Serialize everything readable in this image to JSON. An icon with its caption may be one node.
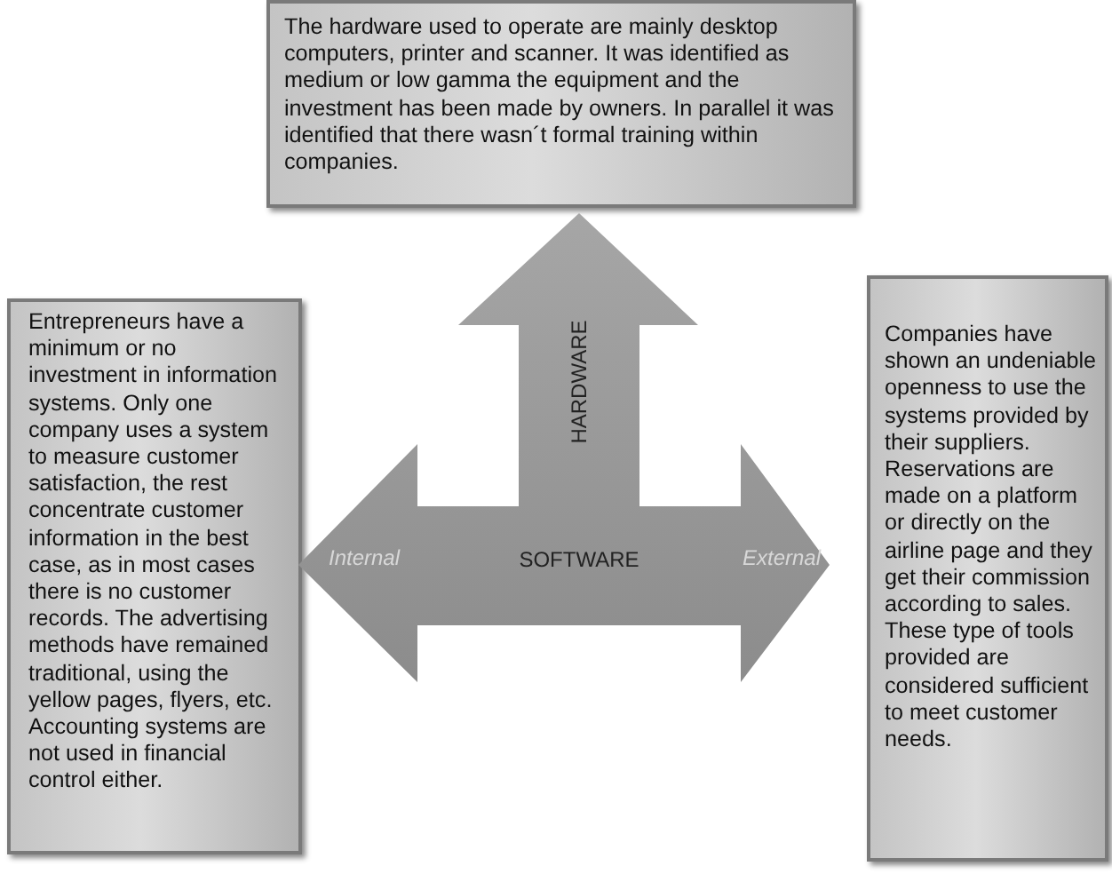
{
  "diagram": {
    "nodes": [
      {
        "text": [
          "The hardware used to operate are mainly desktop computers, printer and scanner. It was identified as medium or low gamma the equipment and the investment has been made by owners. In parallel it was identified that there wasn´t formal training within companies."
        ]
      },
      {
        "text": [
          "Entrepreneurs have a minimum or no investment in information systems. Only one company uses a system to measure customer satisfaction, the rest concentrate customer information in the best case, as in most cases there is no customer records. The advertising methods have remained traditional, using the yellow pages, flyers, etc. Accounting systems are not used in financial control either."
        ]
      },
      {
        "text": [
          "HARDWARE",
          "Internal",
          "SOFTWARE",
          "External"
        ]
      },
      {
        "text": [
          "Companies have shown an undeniable openness to use the systems provided by their suppliers. Reservations are made on a platform or directly on the airline page and they get their commission according to sales. These type of tools provided are considered sufficient to meet customer needs."
        ]
      }
    ]
  }
}
